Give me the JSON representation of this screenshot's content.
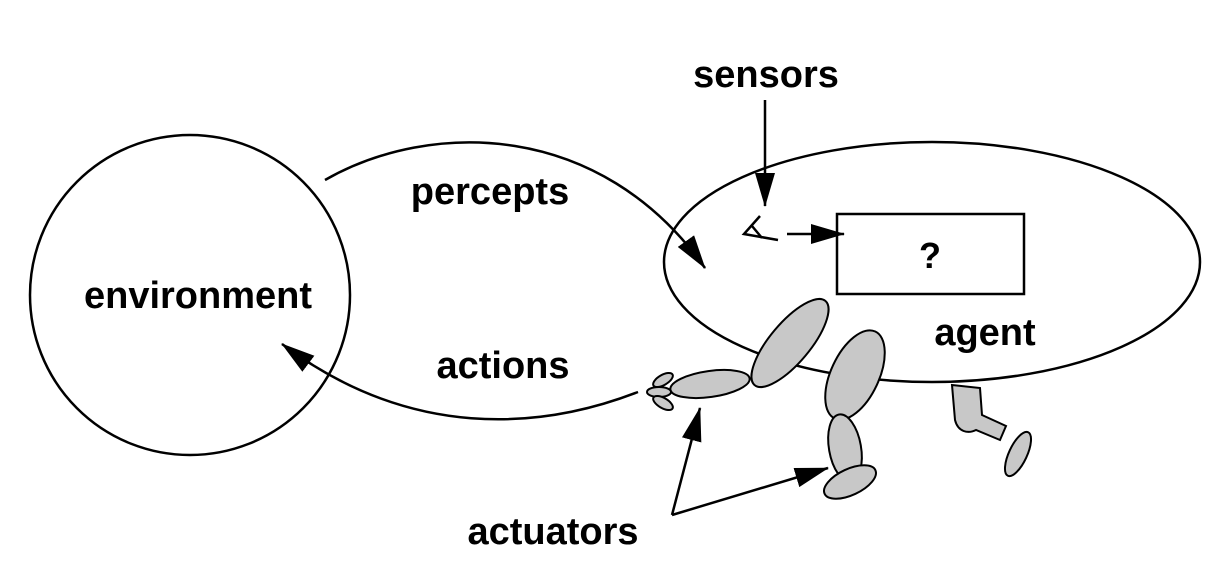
{
  "labels": {
    "environment": "environment",
    "agent": "agent",
    "sensors": "sensors",
    "percepts": "percepts",
    "actions": "actions",
    "actuators": "actuators",
    "unknown": "?"
  },
  "colors": {
    "stroke": "#000000",
    "limb_fill": "#c8c8c8",
    "background": "#ffffff"
  },
  "icons": {
    "sensor": "eye-icon"
  }
}
